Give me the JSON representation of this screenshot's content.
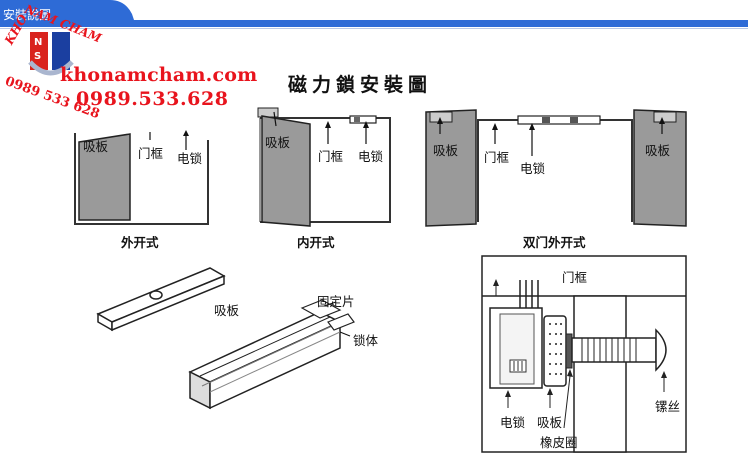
{
  "header": {
    "title": "安裝說圖",
    "bg_color": "#2e6bd6"
  },
  "watermark": {
    "brand": "NAM CHAM",
    "kho_text": "KHO",
    "logo_letters": [
      "N",
      "S"
    ],
    "site": "khonamcham.com",
    "phone": "0989.533.628",
    "phone_rotated": "0989 533 628",
    "color": "#e8141d"
  },
  "diagram": {
    "title": "磁力鎖安裝圖",
    "panels": {
      "outward": {
        "caption": "外开式",
        "labels": {
          "plate": "吸板",
          "frame": "门框",
          "lock": "电锁"
        }
      },
      "inward": {
        "caption": "内开式",
        "labels": {
          "plate": "吸板",
          "frame": "门框",
          "lock": "电锁"
        }
      },
      "double": {
        "caption": "双门外开式",
        "labels": {
          "plate_left": "吸板",
          "frame": "门框",
          "lock": "电锁",
          "plate_right": "吸板"
        }
      }
    },
    "parts": {
      "plate": "吸板",
      "bracket": "固定片",
      "lock_body": "锁体"
    },
    "detail": {
      "frame": "门框",
      "lock": "电锁",
      "plate": "吸板",
      "rubber": "橡皮圈",
      "screw": "镙丝"
    }
  }
}
